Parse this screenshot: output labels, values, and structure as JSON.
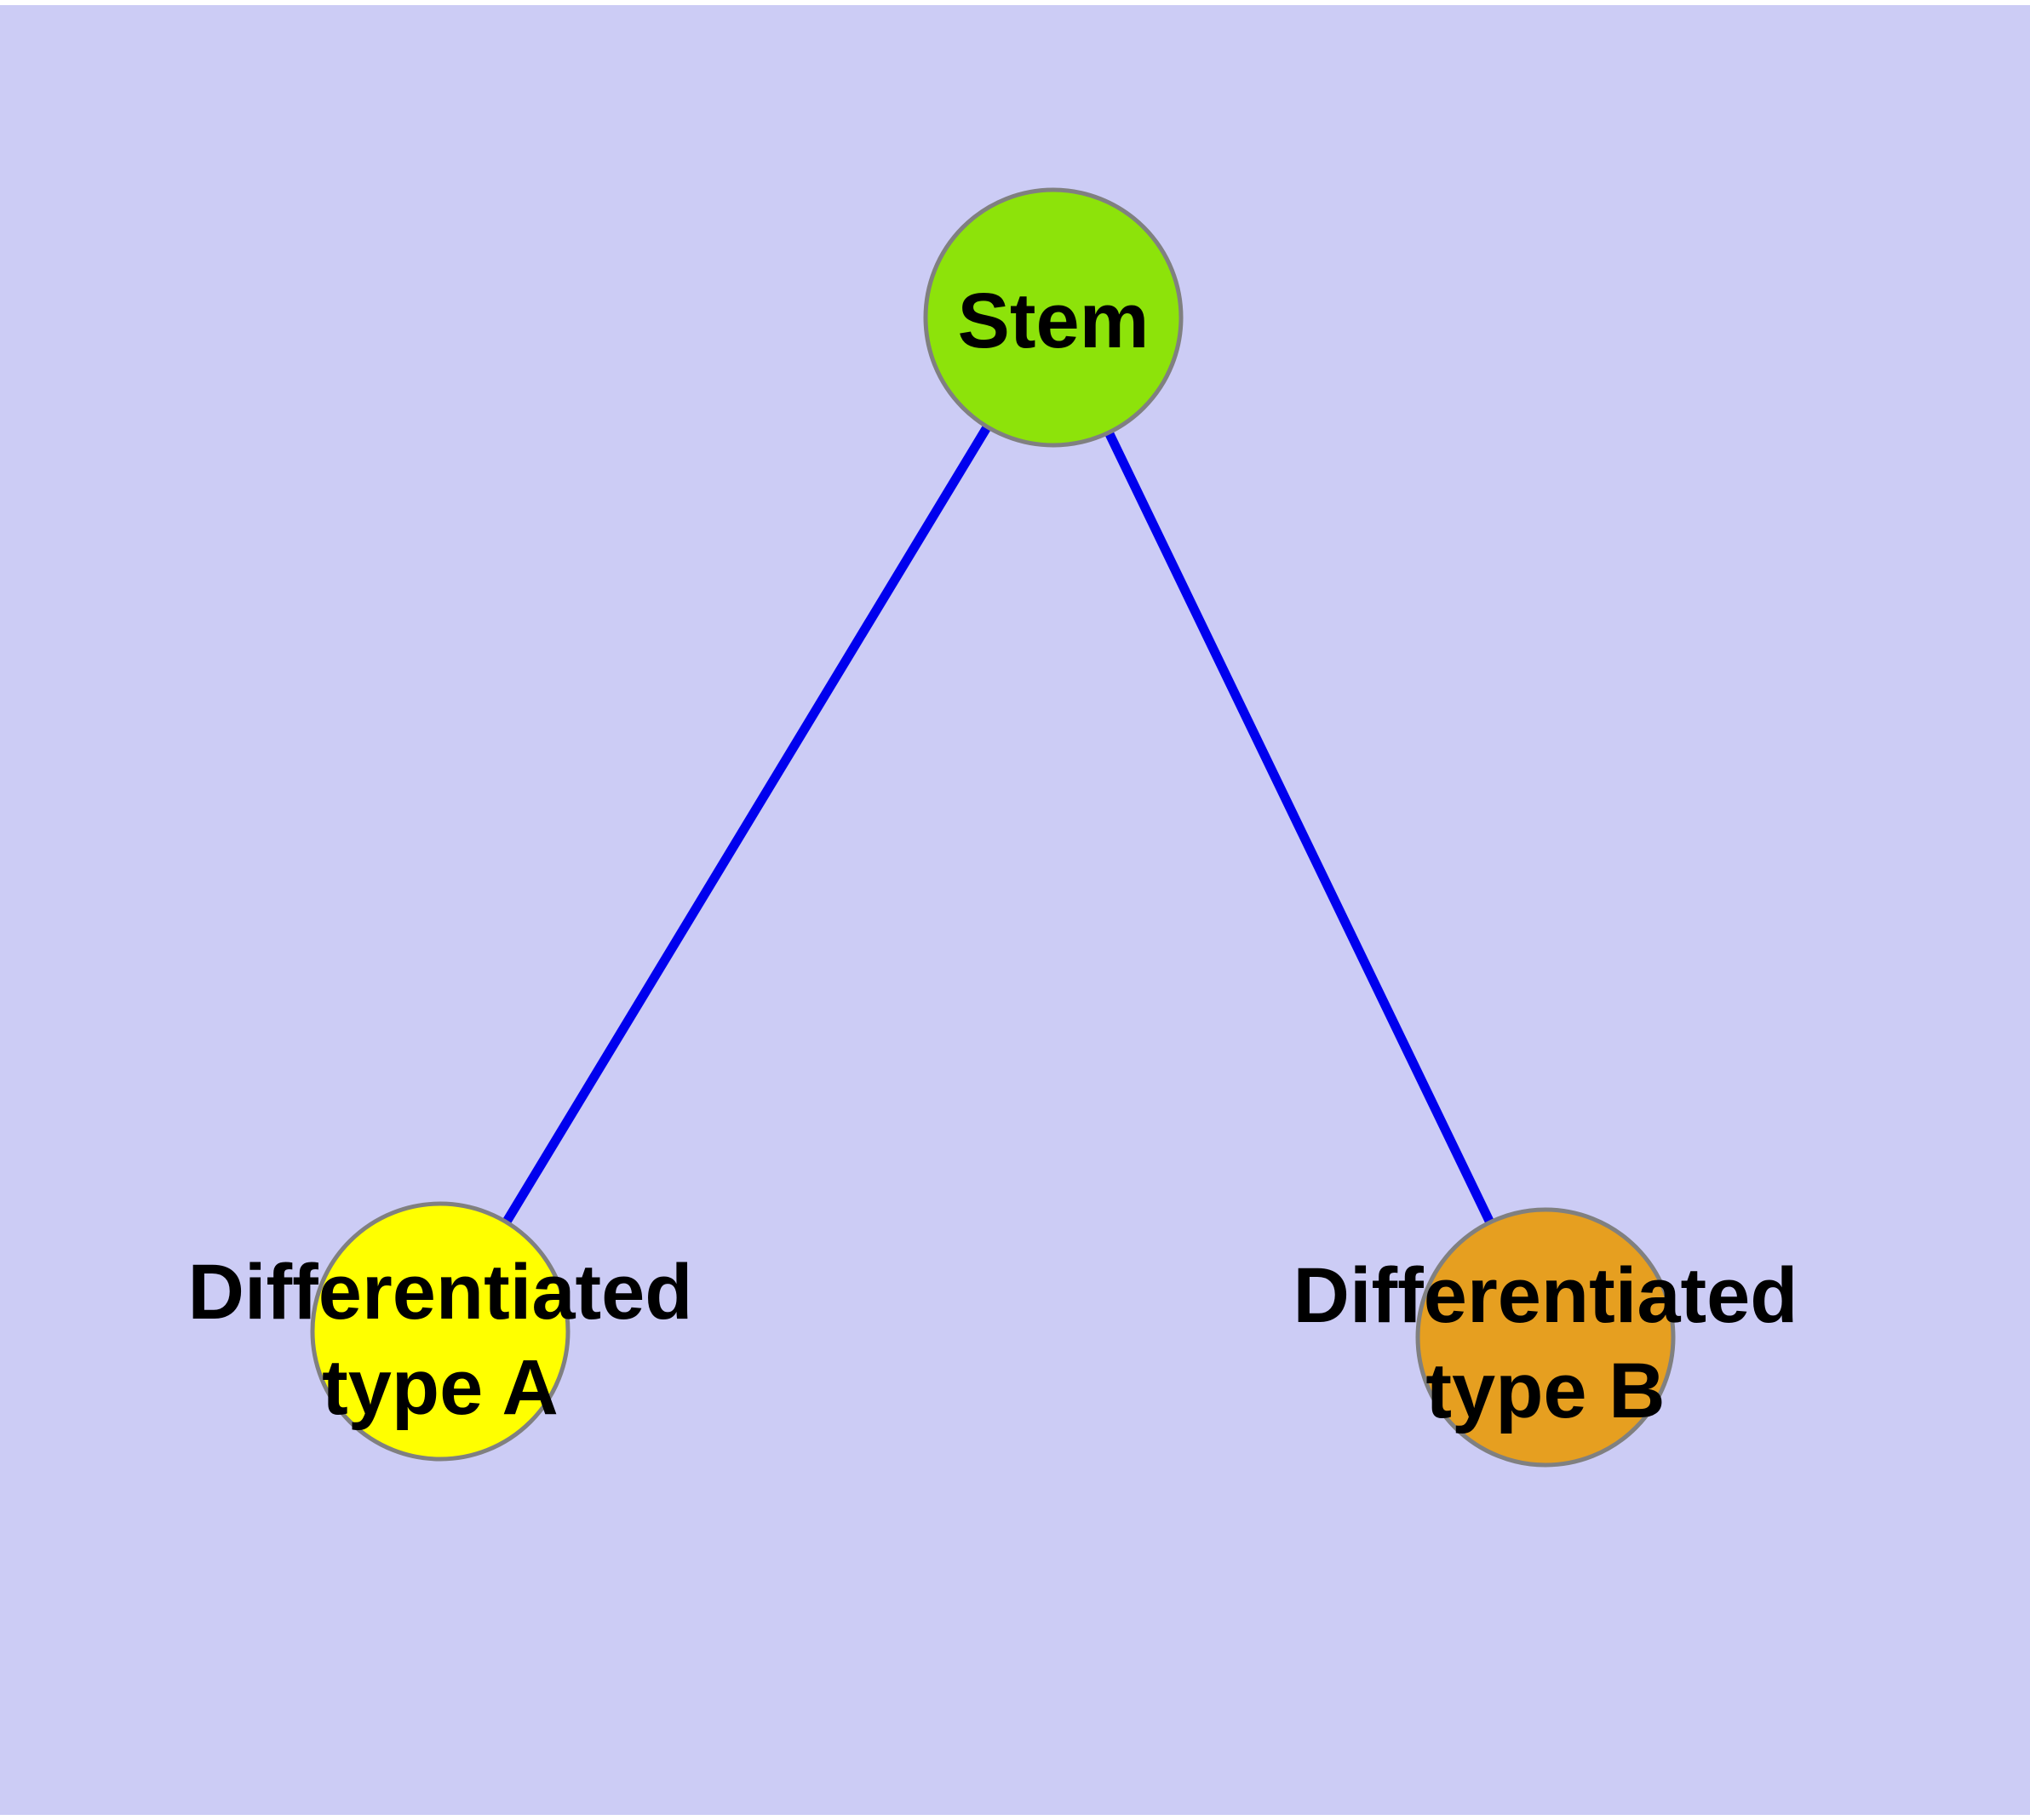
{
  "canvas": {
    "margin_color": "#ffffff",
    "background_color": "#ccccf5"
  },
  "graph": {
    "nodes": {
      "stem": {
        "label": "Stem",
        "fill_color": "#8de30a",
        "border_color": "#808080",
        "text_color": "#000000"
      },
      "type_a": {
        "label": "Differentiated type A",
        "line1": "Differentiated",
        "line2": "type A",
        "fill_color": "#ffff00",
        "border_color": "#808080",
        "text_color": "#000000"
      },
      "type_b": {
        "label": "Differentiated type B",
        "line1": "Differentiated",
        "line2": "type B",
        "fill_color": "#e69f20",
        "border_color": "#808080",
        "text_color": "#000000"
      }
    },
    "edges": {
      "stem_to_type_a": {
        "from": "Stem",
        "to": "Differentiated type A"
      },
      "stem_to_type_b": {
        "from": "Stem",
        "to": "Differentiated type B"
      },
      "color": "#0000ee"
    }
  }
}
